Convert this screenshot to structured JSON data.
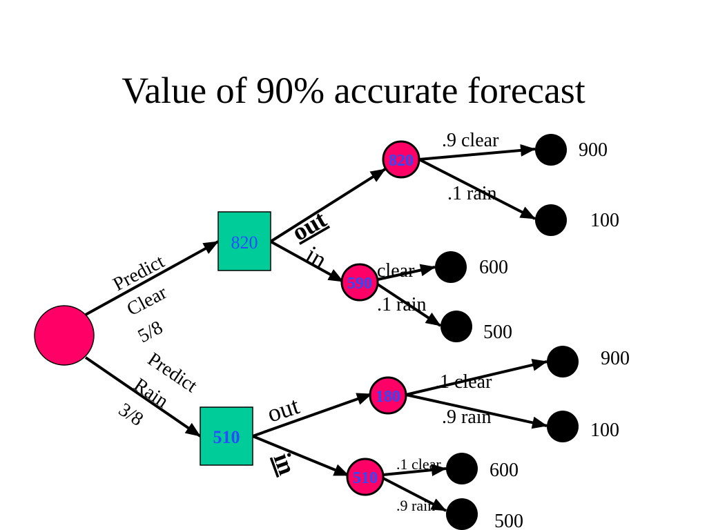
{
  "title": "Value of 90% accurate forecast",
  "colors": {
    "chance_node": "#ff0066",
    "decision_node": "#00cc99",
    "terminal_node": "#000000",
    "node_value": "#2a4cff"
  },
  "root": {
    "shape": "circle"
  },
  "branches": {
    "predict_clear": {
      "line1": "Predict",
      "line2": "Clear",
      "prob": "5/8"
    },
    "predict_rain": {
      "line1": "Predict",
      "line2": "Rain",
      "prob": "3/8"
    }
  },
  "decisions": {
    "clear": {
      "value": "820"
    },
    "rain": {
      "value": "510"
    }
  },
  "actions": {
    "clear_out": "out",
    "clear_in": "in",
    "rain_out": "out",
    "rain_in": "in"
  },
  "chance_nodes": {
    "clear_out": {
      "value": "820"
    },
    "clear_in": {
      "value": "590"
    },
    "rain_out": {
      "value": "180"
    },
    "rain_in": {
      "value": "510"
    }
  },
  "outcome_labels": {
    "clear_out_clear": ".9 clear",
    "clear_out_rain": ".1 rain",
    "clear_in_clear": "clear",
    "clear_in_rain": ".1 rain",
    "rain_out_clear": ".1 clear",
    "rain_out_rain": ".9 rain",
    "rain_in_clear": ".1 clear",
    "rain_in_rain": ".9 rain"
  },
  "payoffs": {
    "clear_out_clear": "900",
    "clear_out_rain": "100",
    "clear_in_clear": "600",
    "clear_in_rain": "500",
    "rain_out_clear": "900",
    "rain_out_rain": "100",
    "rain_in_clear": "600",
    "rain_in_rain": "500"
  }
}
